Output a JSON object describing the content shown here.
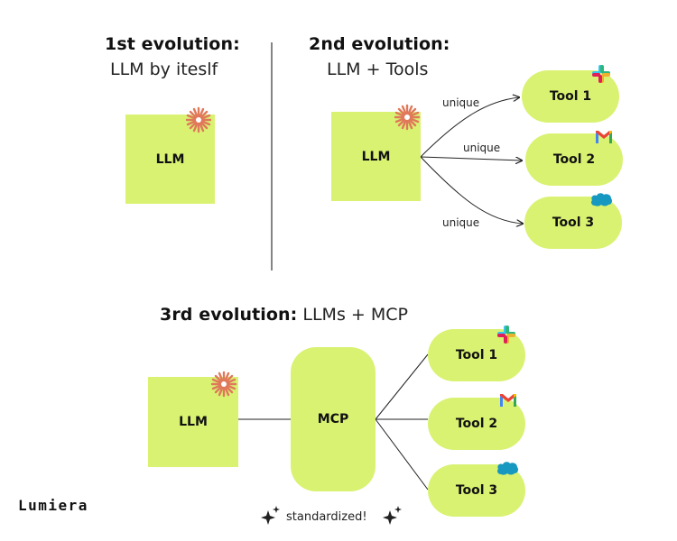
{
  "section1": {
    "heading_bold": "1st evolution:",
    "heading_light": "LLM by iteslf",
    "llm_label": "LLM"
  },
  "section2": {
    "heading_bold": "2nd evolution:",
    "heading_light": "LLM + Tools",
    "llm_label": "LLM",
    "edges": [
      "unique",
      "unique",
      "unique"
    ],
    "tools": [
      "Tool 1",
      "Tool 2",
      "Tool 3"
    ]
  },
  "section3": {
    "heading_bold": "3rd evolution:",
    "heading_light": "LLMs + MCP",
    "llm_label": "LLM",
    "mcp_label": "MCP",
    "tools": [
      "Tool 1",
      "Tool 2",
      "Tool 3"
    ],
    "caption": "standardized!"
  },
  "brand": {
    "name": "Lumiera"
  },
  "colors": {
    "box_fill": "#d9f272",
    "starburst": "#e0785a",
    "line": "#222222"
  },
  "icons": [
    "starburst-icon",
    "slack-icon",
    "gmail-icon",
    "salesforce-icon",
    "sparkle-icon"
  ]
}
